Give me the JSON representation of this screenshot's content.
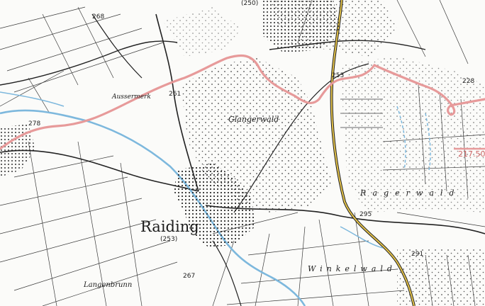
{
  "map": {
    "place_labels": {
      "raiding": "Raiding",
      "raiding_elevation": "(253)",
      "glangerwald": "Glangerwald",
      "ragerwald": "Ragerwald",
      "winkelwald": "Winkelwald",
      "langenbrunn": "Langenbrunn",
      "aussermerk": "Aussermerk"
    },
    "spot_heights": {
      "h268": "268",
      "h250": "(250)",
      "h278": "278",
      "h261": "261",
      "h253": "253",
      "h228": "228",
      "h295": "295",
      "h291": "291",
      "h267": "267"
    },
    "red_route_label": "217.50",
    "colors": {
      "paper": "#fbfbf9",
      "ink": "#1c1c1c",
      "route": "#e79a9a",
      "water": "#7db8dd",
      "main_road": "#e3c24a"
    }
  }
}
